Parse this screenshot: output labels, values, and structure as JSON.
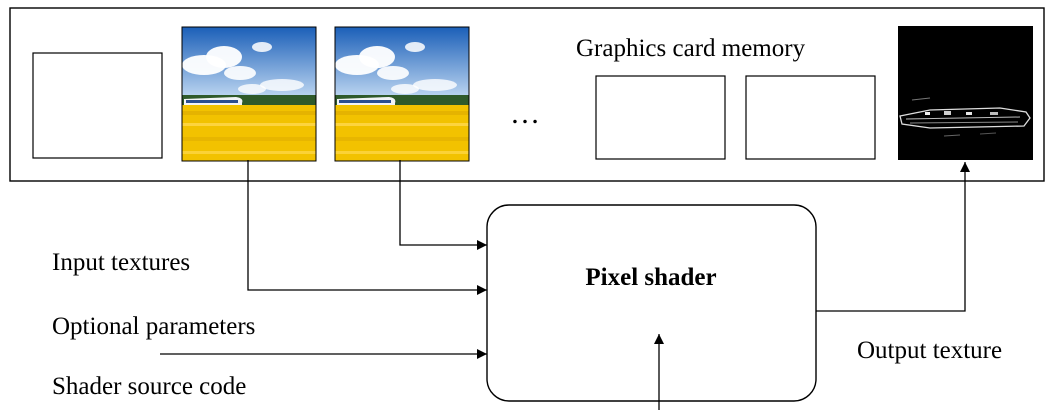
{
  "memory": {
    "label": "Graphics card memory",
    "ellipsis": "…"
  },
  "labels": {
    "input_textures": "Input textures",
    "optional_parameters": "Optional parameters",
    "shader_source_code": "Shader source code",
    "output_texture": "Output texture"
  },
  "shader": {
    "label": "Pixel shader"
  },
  "colors": {
    "sky_top": "#1b5fb8",
    "sky_bottom": "#cfe3f7",
    "field": "#f2c200",
    "trees": "#2f5a2a",
    "output_bg": "#000000",
    "stroke": "#000000"
  }
}
